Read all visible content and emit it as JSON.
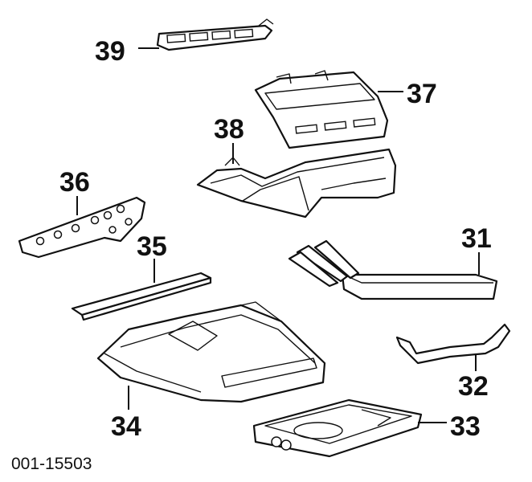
{
  "diagram": {
    "callouts": {
      "c31": "31",
      "c32": "32",
      "c33": "33",
      "c34": "34",
      "c35": "35",
      "c36": "36",
      "c37": "37",
      "c38": "38",
      "c39": "39"
    },
    "document_id": "001-15503"
  }
}
